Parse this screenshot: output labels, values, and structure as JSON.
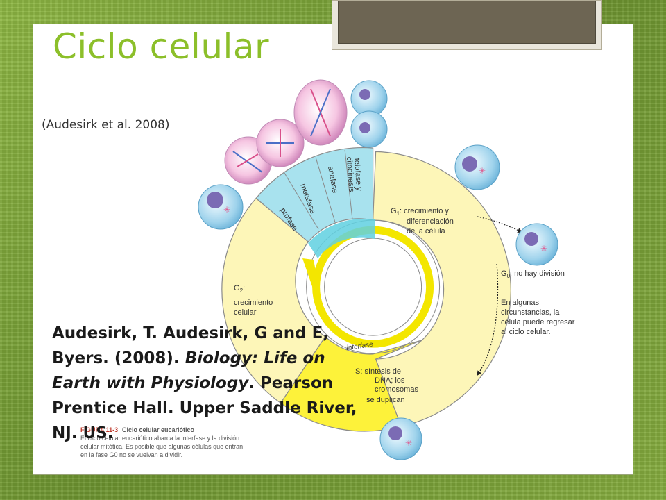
{
  "slide": {
    "title": "Ciclo celular",
    "credit": "(Audesirk et al. 2008)"
  },
  "diagram": {
    "phases": {
      "telofase": [
        "telofase y",
        "citocinesis"
      ],
      "anafase": "anafase",
      "metafase": "metafase",
      "profase": "profase"
    },
    "g1": [
      "G",
      "1",
      ": crecimiento y",
      "diferenciación",
      "de la célula"
    ],
    "g0": [
      "G",
      "0",
      ": no hay división"
    ],
    "g0_note": [
      "En algunas",
      "circunstancias, la",
      "célula puede regresar",
      "al ciclo celular."
    ],
    "g2": [
      "G",
      "2",
      ":",
      "crecimiento",
      "celular"
    ],
    "s": [
      "S: síntesis de",
      "DNA; los",
      "cromosomas",
      "se duplican"
    ],
    "interfase": "interfase",
    "figure_label": "FIGURA 11-3",
    "figure_title": "Ciclo celular eucariótico",
    "figure_caption": [
      "El ciclo celular eucariótico abarca la interfase y la división",
      "celular mitótica. Es posible que algunas células que entran",
      "en la fase G0 no se vuelvan a dividir."
    ],
    "colors": {
      "interphase_pale": "#fdf6b8",
      "s_phase": "#fdf23a",
      "mitosis": "#a8e2ee",
      "arrow": "#f3e600",
      "outline": "#8a8a8a"
    }
  },
  "reference": {
    "part1": "Audesirk, T. Audesirk, G and E, Byers. (2008). ",
    "title_italic": "Biology: Life on Earth with Physiology",
    "part2": ". Pearson Prentice Hall. Upper Saddle River, NJ. US."
  }
}
